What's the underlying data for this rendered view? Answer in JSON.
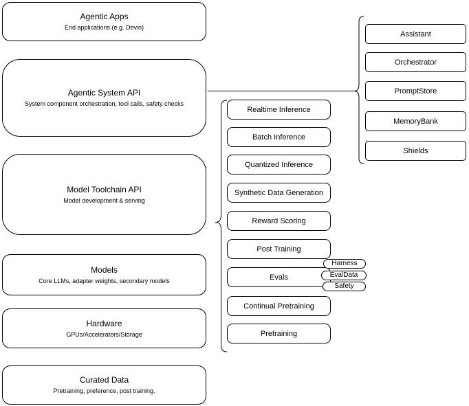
{
  "diagram": {
    "title_hint": "Agentic system architecture stack",
    "colors": {
      "stroke": "#000000",
      "background": "#ffffff",
      "text": "#000000"
    },
    "left_stack": [
      {
        "title": "Agentic Apps",
        "subtitle": "End applications (e.g. Devin)"
      },
      {
        "title": "Agentic System API",
        "subtitle": "System component orchestration, tool calls, safety checks"
      },
      {
        "title": "Model Toolchain API",
        "subtitle": "Model development & serving"
      },
      {
        "title": "Models",
        "subtitle": "Core LLMs, adapter weights, secondary models"
      },
      {
        "title": "Hardware",
        "subtitle": "GPUs/Accelerators/Storage"
      },
      {
        "title": "Curated Data",
        "subtitle": "Pretraining, preference, post training."
      }
    ],
    "toolchain_items": [
      "Realtime Inference",
      "Batch Inference",
      "Quantized Inference",
      "Synthetic Data Generation",
      "Reward Scoring",
      "Post Training",
      "Evals",
      "Continual Pretraining",
      "Pretraining"
    ],
    "eval_tags": [
      "Harness",
      "EvalData",
      "Safety"
    ],
    "system_components": [
      "Assistant",
      "Orchestrator",
      "PromptStore",
      "MemoryBank",
      "Shields"
    ]
  }
}
